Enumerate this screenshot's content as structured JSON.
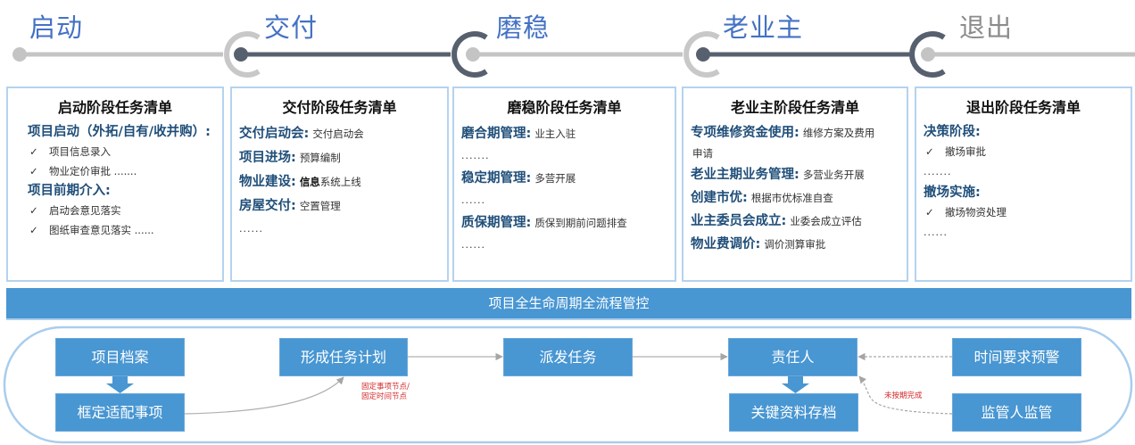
{
  "timeline": {
    "stages": [
      {
        "label": "启动"
      },
      {
        "label": "交付"
      },
      {
        "label": "磨稳"
      },
      {
        "label": "老业主"
      },
      {
        "label": "退出"
      }
    ]
  },
  "cards": [
    {
      "title": "启动阶段任务清单",
      "lines": [
        {
          "type": "section",
          "label": "项目启动（外拓/自有/收并购）:"
        },
        {
          "type": "check",
          "text": "项目信息录入"
        },
        {
          "type": "check",
          "text": "物业定价审批 ......."
        },
        {
          "type": "section",
          "label": "项目前期介入:"
        },
        {
          "type": "check",
          "text": "启动会意见落实"
        },
        {
          "type": "check",
          "text": "图纸审查意见落实 ......"
        }
      ]
    },
    {
      "title": "交付阶段任务清单",
      "lines": [
        {
          "type": "kv",
          "label": "交付启动会:",
          "value": "交付启动会"
        },
        {
          "type": "kv",
          "label": "项目进场:",
          "value": "预算编制"
        },
        {
          "type": "kv",
          "label": "物业建设:",
          "value_bold": "信息",
          "value": "系统上线"
        },
        {
          "type": "kv",
          "label": "房屋交付:",
          "value": "空置管理"
        },
        {
          "type": "dots",
          "text": "......"
        }
      ]
    },
    {
      "title": "磨稳阶段任务清单",
      "lines": [
        {
          "type": "kv",
          "label": "磨合期管理:",
          "value": "业主入驻"
        },
        {
          "type": "dots",
          "text": "......."
        },
        {
          "type": "kv",
          "label": "稳定期管理:",
          "value": "多营开展"
        },
        {
          "type": "dots",
          "text": "......"
        },
        {
          "type": "kv",
          "label": "质保期管理:",
          "value": "质保到期前问题排查"
        },
        {
          "type": "dots",
          "text": "......"
        }
      ]
    },
    {
      "title": "老业主阶段任务清单",
      "lines": [
        {
          "type": "kv",
          "label": "专项维修资金使用:",
          "value": "维修方案及费用"
        },
        {
          "type": "plain",
          "text": "申请"
        },
        {
          "type": "kv",
          "label": "老业主期业务管理:",
          "value": "多营业务开展"
        },
        {
          "type": "kv",
          "label": "创建市优:",
          "value": "根据市优标准自查"
        },
        {
          "type": "kv",
          "label": "业主委员会成立:",
          "value": "业委会成立评估"
        },
        {
          "type": "kv",
          "label": "物业费调价:",
          "value": "调价测算审批"
        }
      ]
    },
    {
      "title": "退出阶段任务清单",
      "lines": [
        {
          "type": "section",
          "label": "决策阶段:"
        },
        {
          "type": "check",
          "text": "撤场审批"
        },
        {
          "type": "dots",
          "text": "......."
        },
        {
          "type": "section",
          "label": "撤场实施:"
        },
        {
          "type": "check",
          "text": "撤场物资处理"
        },
        {
          "type": "dots",
          "text": "......"
        }
      ]
    }
  ],
  "banner": {
    "label": "项目全生命周期全流程管控"
  },
  "flow": {
    "boxes": {
      "project_archive": "项目档案",
      "define_items": "框定适配事项",
      "task_plan": "形成任务计划",
      "dispatch": "派发任务",
      "owner": "责任人",
      "archive_docs": "关键资料存档",
      "time_warning": "时间要求预警",
      "supervisor": "监管人监管"
    },
    "notes": {
      "plan_note_1": "固定事项节点/",
      "plan_note_2": "固定时间节点",
      "overdue": "未按期完成"
    }
  },
  "colors": {
    "accent_blue": "#4896d2",
    "title_blue": "#4472c4",
    "section_blue": "#1f4e79",
    "timeline_dark": "#57606e",
    "timeline_light": "#c4c4c4",
    "note_red": "#d42b2b"
  }
}
